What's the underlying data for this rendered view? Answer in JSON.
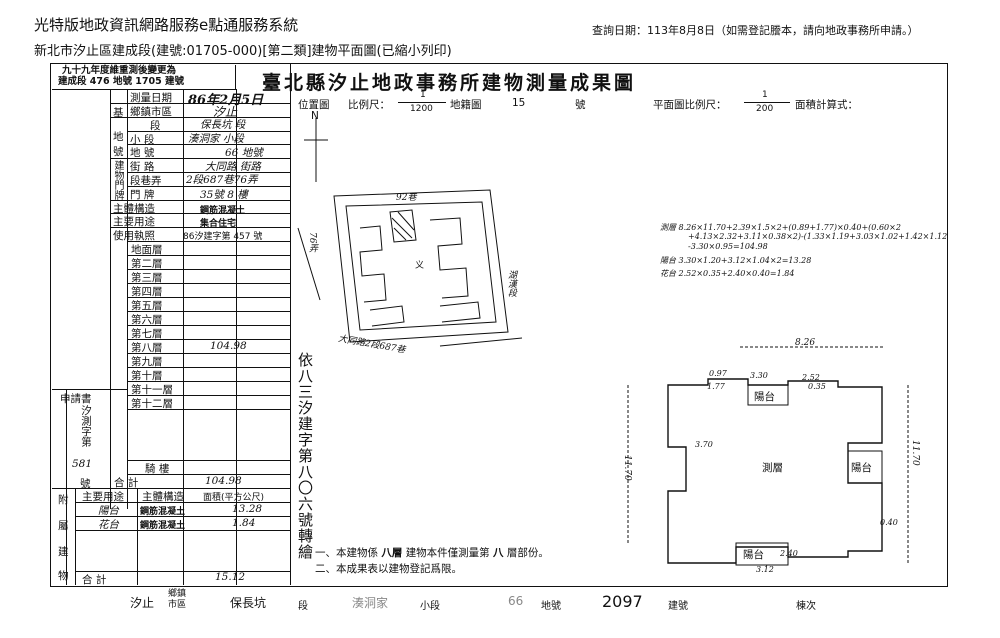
{
  "header": {
    "line1": "光特版地政資訊網路服務e點通服務系統",
    "line2": "新北市汐止區建成段(建號:01705-000)[第二類]建物平面圖(已縮小列印)",
    "query_date": "查詢日期：113年8月8日（如需登記謄本，請向地政事務所申請。）"
  },
  "note_box": {
    "line1": "九十九年度維重測後變更為",
    "line2": "建成段 476 地號 1705 建號"
  },
  "title": "臺北縣汐止地政事務所建物測量成果圖",
  "form": {
    "survey_date_label": "測量日期",
    "survey_date_value": "86年2月5日",
    "township_label": "鄉鎮市區",
    "township_value": "汐止",
    "section_label": "段",
    "section_value": "保長坑 段",
    "subsection_label": "小 段",
    "subsection_value": "湊洞家 小段",
    "lot_label": "地 號",
    "lot_value": "66 地號",
    "street_label": "街 路",
    "street_value": "大同路 街路",
    "lane_label": "段巷弄",
    "lane_value": "2段687巷76弄",
    "door_label": "門 牌",
    "door_value": "35號 8 樓",
    "struct_label": "主體構造",
    "struct_value": "鋼筋混凝土",
    "use_label": "主要用途",
    "use_value": "集合住宅",
    "license_label": "使用執照",
    "license_value": "86汐建字第 457 號",
    "cat_base_left": "基",
    "cat_base_left2": "地",
    "cat_base_left3": "地",
    "cat_base_left4": "號",
    "cat_bldg": "建物門牌",
    "applicant_label": "申請書",
    "applicant_vert": "汐測字第",
    "applicant_num": "581",
    "applicant_suffix": "號",
    "floors": [
      "地面層",
      "第二層",
      "第三層",
      "第四層",
      "第五層",
      "第六層",
      "第七層",
      "第八層",
      "第九層",
      "第十層",
      "第十一層",
      "第十二層"
    ],
    "floor8_area": "104.98",
    "stair_label": "騎 樓",
    "total_label": "合 計",
    "total_value": "104.98",
    "aux_left": [
      "附",
      "屬",
      "建",
      "物"
    ],
    "aux_head_use": "主要用途",
    "aux_head_struct": "主體構造",
    "aux_head_area": "面積(平方公尺)",
    "aux_rows": [
      {
        "use": "陽台",
        "struct": "鋼筋混凝土",
        "area": "13.28"
      },
      {
        "use": "花台",
        "struct": "鋼筋混凝土",
        "area": "1.84"
      }
    ],
    "aux_total_label": "合 計",
    "aux_total_value": "15.12"
  },
  "location": {
    "label": "位置圖",
    "scale_label": "比例尺：",
    "scale_num": "1",
    "scale_den": "1200",
    "map_label": "地籍圖",
    "map_no": "15",
    "map_suffix": "號",
    "north": "N",
    "road_top": "92巷",
    "road_left": "76弄",
    "road_bottom": "大同路2段687巷",
    "road_right": "湖漢段"
  },
  "plan": {
    "scale_label": "平面圖比例尺：",
    "scale_num": "1",
    "scale_den": "200",
    "area_calc_label": "面積計算式：",
    "calc_lines": [
      "測層 8.26×11.70+2.39×1.5×2+(0.89+1.77)×0.40+(0.60×2",
      "+4.13×2.32+3.11×0.38×2)-(1.33×1.19+3.03×1.02+1.42×1.12",
      "-3.30×0.95=104.98",
      "陽台 3.30×1.20+3.12×1.04×2=13.28",
      "花台 2.52×0.35+2.40×0.40=1.84"
    ],
    "dim_top": "8.26",
    "dim_left": "11.70",
    "dim_right": "11.70",
    "room_floor": "測層",
    "balcony": "陽台",
    "d_a": "0.97",
    "d_b": "1.77",
    "d_c": "3.30",
    "d_d": "2.52",
    "d_e": "0.35",
    "d_f": "3.70",
    "d_g": "3.12",
    "d_h": "2.40",
    "d_i": "0.40"
  },
  "rot_note": "依八三汐建字第八〇六號轉繪",
  "footnotes": {
    "n1_prefix": "一、本建物係",
    "n1_bold": "八層",
    "n1_mid": "建物本件僅測量第",
    "n1_bold2": "八",
    "n1_suffix": "層部份。",
    "n2": "二、本成果表以建物登記爲限。"
  },
  "bottom": {
    "city": "汐止",
    "township_label": "鄉鎮市區",
    "section": "保長坑",
    "section_label": "段",
    "subsection": "湊洞家",
    "subsection_label": "小段",
    "lot": "66",
    "lot_label": "地號",
    "building_no": "2097",
    "building_label": "建號",
    "copy_label": "棟次"
  }
}
